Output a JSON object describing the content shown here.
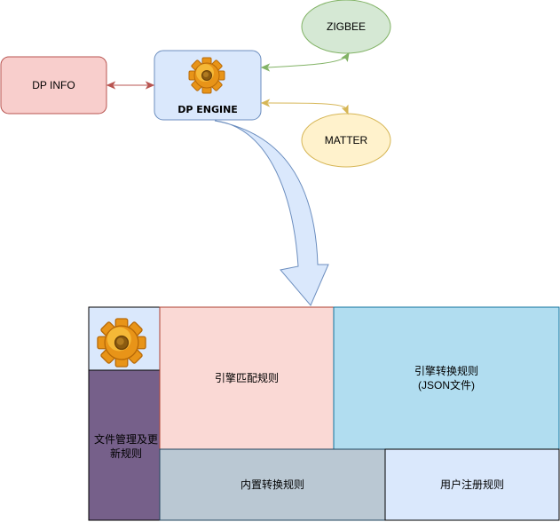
{
  "nodes": {
    "dp_info": "DP INFO",
    "dp_engine": "DP ENGINE",
    "zigbee": "ZIGBEE",
    "matter": "MATTER"
  },
  "engine_layout": {
    "match_rules": "引擎匹配规则",
    "convert_rules_line1": "引擎转换规则",
    "convert_rules_line2": "(JSON文件)",
    "file_mgmt_line1": "文件管理及更",
    "file_mgmt_line2": "新规则",
    "builtin_rules": "内置转换规则",
    "user_rules": "用户注册规则"
  },
  "colors": {
    "dp_info_fill": "#f8cecc",
    "dp_info_stroke": "#b85450",
    "engine_fill": "#dae8fc",
    "engine_stroke": "#6c8ebf",
    "zigbee_fill": "#d5e8d4",
    "zigbee_stroke": "#82b366",
    "matter_fill": "#fff2cc",
    "matter_stroke": "#d6b656",
    "purple": "#76608a",
    "blue": "#b1ddf0",
    "gray": "#bac8d3",
    "pink": "#fad9d5",
    "light_blue": "#dae8fc",
    "gear": "#f0a020"
  }
}
